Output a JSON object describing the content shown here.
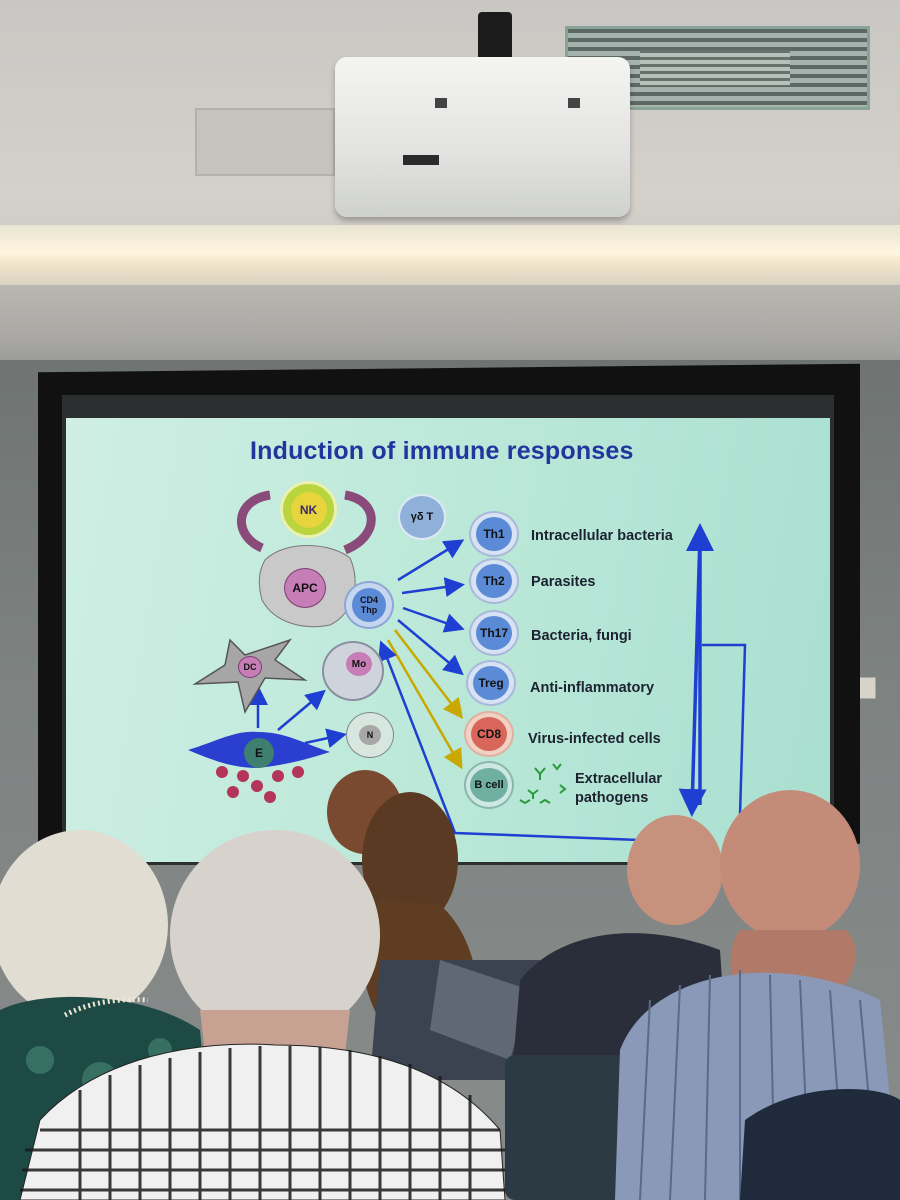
{
  "slide": {
    "title": "Induction of immune responses",
    "cells": {
      "nk": "NK",
      "apc": "APC",
      "gamma_delta_t": "γδ T",
      "cd4": "CD4",
      "thp": "Thp",
      "dc": "DC",
      "mo": "Mo",
      "e": "E",
      "n": "N"
    },
    "effectors": [
      {
        "cell": "Th1",
        "target": "Intracellular bacteria"
      },
      {
        "cell": "Th2",
        "target": "Parasites"
      },
      {
        "cell": "Th17",
        "target": "Bacteria, fungi"
      },
      {
        "cell": "Treg",
        "target": "Anti-inflammatory"
      },
      {
        "cell": "CD8",
        "target": "Virus-infected cells"
      },
      {
        "cell": "B cell",
        "target": "Extracellular"
      }
    ],
    "extra_line": "pathogens"
  },
  "colors": {
    "slide_bg": "#bfeadb",
    "title": "#22359e",
    "arrow_blue": "#1e3fd1",
    "arrow_gold": "#c9a800",
    "cell_blue": "#5b8bd6",
    "cd8_red": "#d9665a",
    "nk_green": "#b9d43c",
    "apc_purple": "#c77eb6"
  }
}
